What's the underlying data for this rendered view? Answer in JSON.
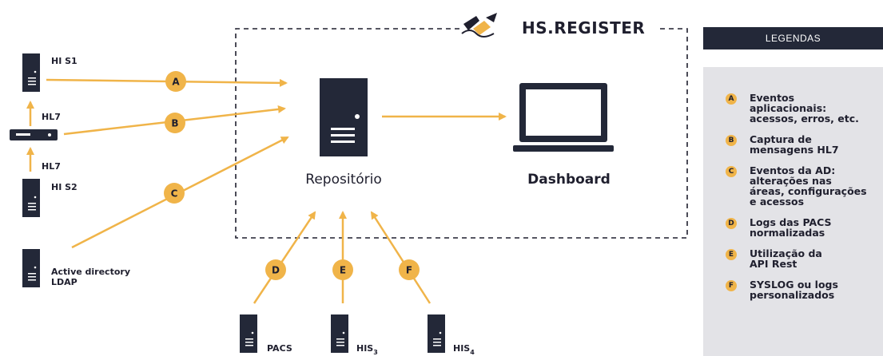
{
  "colors": {
    "accent": "#f0b449",
    "dark": "#232838",
    "legend_bg": "#e3e3e7"
  },
  "brand": {
    "title": "HS.REGISTER",
    "logo_icon": "pen-signature-icon"
  },
  "nodes": {
    "his1": "HI S1",
    "his2": "HI S2",
    "hl7_top": "HL7",
    "hl7_bottom": "HL7",
    "ad_line1": "Active directory",
    "ad_line2": "LDAP",
    "repo": "Repositório",
    "dashboard": "Dashboard",
    "pacs": "PACS",
    "his3": "HIS",
    "his3_sub": "3",
    "his4": "HIS",
    "his4_sub": "4"
  },
  "badges": {
    "a": "A",
    "b": "B",
    "c": "C",
    "d": "D",
    "e": "E",
    "f": "F"
  },
  "legend": {
    "title": "LEGENDAS",
    "items": [
      {
        "key": "A",
        "text": "Eventos\naplicacionais:\nacessos, erros, etc."
      },
      {
        "key": "B",
        "text": "Captura de\nmensagens HL7"
      },
      {
        "key": "C",
        "text": "Eventos da AD:\nalterações nas\náreas, configurações\ne acessos"
      },
      {
        "key": "D",
        "text": "Logs das PACS\nnormalizadas"
      },
      {
        "key": "E",
        "text": "Utilização da\nAPI Rest"
      },
      {
        "key": "F",
        "text": "SYSLOG ou logs\npersonalizados"
      }
    ]
  }
}
